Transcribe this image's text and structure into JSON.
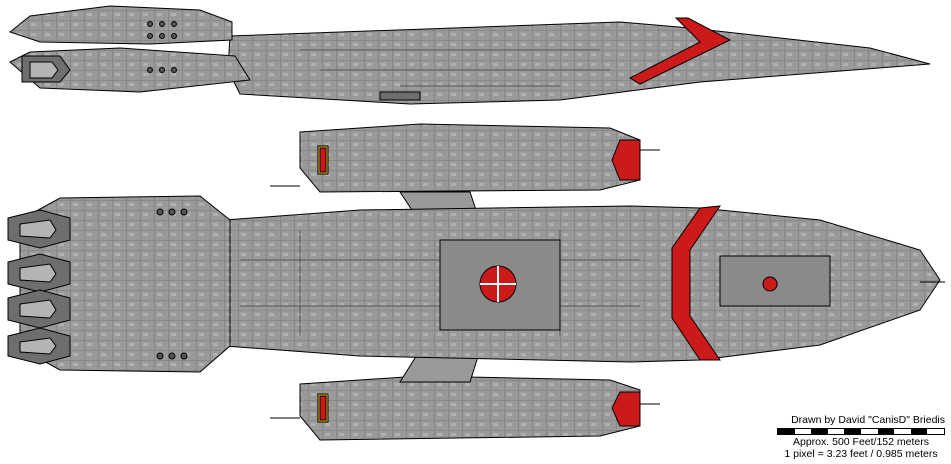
{
  "credits": {
    "author": "Drawn by David \"CanisD\" Briedis",
    "scale": "Approx. 500 Feet/152 meters",
    "pixel_scale": "1 pixel = 3.23 feet / 0.985 meters"
  },
  "colors": {
    "hull": "#9a9a9a",
    "hull_light": "#b4b4b4",
    "hull_dark": "#6e6e6e",
    "outline": "#000000",
    "accent_red": "#cc1a1a",
    "stripe_yellow": "#e8c020",
    "background": "#ffffff"
  }
}
